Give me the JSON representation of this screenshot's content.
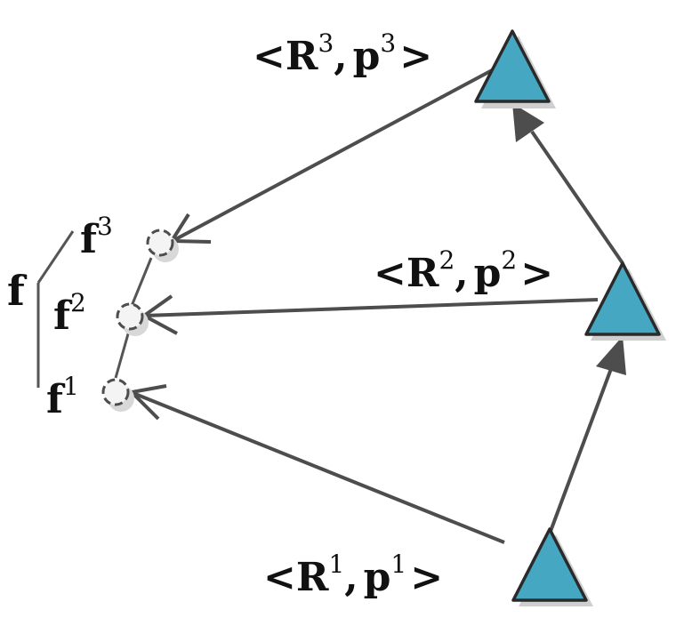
{
  "colors": {
    "triangle_fill": "#46a7c2",
    "triangle_stroke": "#2a2a2a",
    "shadow": "#cfcfcf",
    "arrow": "#4d4d4d",
    "node_fill": "#f4f4f4",
    "node_stroke": "#4d4d4d"
  },
  "poses": [
    {
      "id": "1",
      "open": "<",
      "R": "R",
      "p": "p",
      "sup": "1",
      "comma": ",",
      "close": ">"
    },
    {
      "id": "2",
      "open": "<",
      "R": "R",
      "p": "p",
      "sup": "2",
      "comma": ",",
      "close": ">"
    },
    {
      "id": "3",
      "open": "<",
      "R": "R",
      "p": "p",
      "sup": "3",
      "comma": ",",
      "close": ">"
    }
  ],
  "features": {
    "root": "f",
    "items": [
      {
        "id": "1",
        "base": "f",
        "sup": "1"
      },
      {
        "id": "2",
        "base": "f",
        "sup": "2"
      },
      {
        "id": "3",
        "base": "f",
        "sup": "3"
      }
    ]
  }
}
